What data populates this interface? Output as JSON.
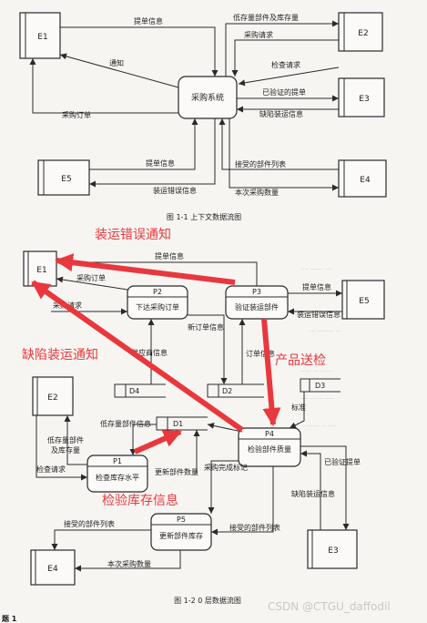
{
  "diagram1": {
    "caption": "图 1-1  上下文数据流图",
    "center": "采购系统",
    "entities": {
      "e1": "E1",
      "e2": "E2",
      "e3": "E3",
      "e4": "E4",
      "e5": "E5"
    },
    "flows": {
      "tidan": "提单信息",
      "dikucun": "低存量部件及库存量",
      "caigou_qingqiu": "采购请求",
      "tongzhi": "通知",
      "jiancha": "检查请求",
      "yiyanzheng": "已验证的提单",
      "caigou_dingdan": "采购订单",
      "quexian": "缺陷装运信息",
      "tidan2": "提单信息",
      "jieshou": "接受的部件列表",
      "zhuangyun_cuowu": "装运错误信息",
      "benci": "本次采购数量"
    }
  },
  "diagram2": {
    "caption": "图 1-2 0 层数据流图",
    "processes": {
      "p1": {
        "id": "P1",
        "name": "检查库存水平"
      },
      "p2": {
        "id": "P2",
        "name": "下达采购订单"
      },
      "p3": {
        "id": "P3",
        "name": "验证装运部件"
      },
      "p4": {
        "id": "P4",
        "name": "检验部件质量"
      },
      "p5": {
        "id": "P5",
        "name": "更新部件库存"
      }
    },
    "stores": {
      "d1": "D1",
      "d2": "D2",
      "d3": "D3",
      "d4": "D4"
    },
    "entities": {
      "e1": "E1",
      "e2": "E2",
      "e3": "E3",
      "e4": "E4",
      "e5": "E5"
    },
    "flows": {
      "tidan_top": "提单信息",
      "caigou_dingdan": "采购订单",
      "caigou": "采购请求",
      "gongyingshang": "供应商信息",
      "xin_dingdan": "新订单信息",
      "dingdan": "订单信息",
      "tidan_e5": "提单信息",
      "zhuangyun_cuowu_e5": "装运错误信息",
      "biaozhun": "标准",
      "di_cunliang": "低存量部件信息",
      "di_cunchu": "低存量部件",
      "ji_kucun": "及库存量",
      "jiancha": "检查请求",
      "gengxin": "更新部件数量",
      "caigou_wancheng": "采购完成标记",
      "yiyanzheng": "已验证提单",
      "quexian": "缺陷装运信息",
      "jieshou_p5": "接受的部件列表",
      "jieshou_e4": "接受的部件列表",
      "benci": "本次采购数量"
    }
  },
  "annotations": {
    "zhuangyun_cuowu_tongzhi": "装运错误通知",
    "quexian_tongzhi": "缺陷装运通知",
    "chanpin_songjian": "产品送检",
    "jianyan_kucun": "检验库存信息",
    "color": "#e8383d"
  },
  "watermark": "CSDN @CTGU_daffodil",
  "corner_fragment": "题 1"
}
